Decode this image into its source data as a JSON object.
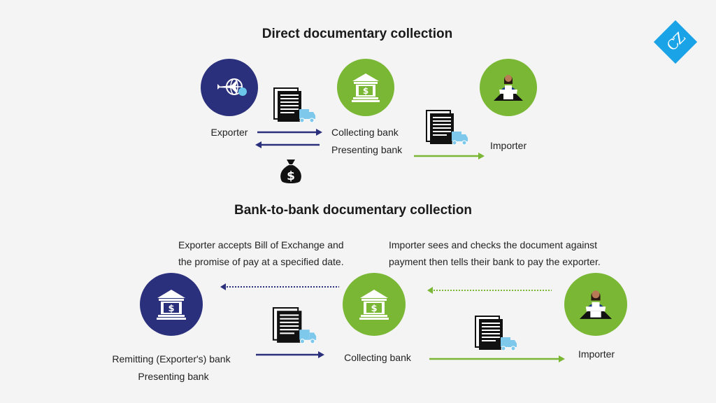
{
  "logo": {
    "text": "CZ"
  },
  "direct": {
    "title": "Direct documentary collection",
    "exporter": "Exporter",
    "collecting_bank": "Collecting bank",
    "presenting_bank": "Presenting bank",
    "importer": "Importer"
  },
  "bank_to_bank": {
    "title": "Bank-to-bank documentary collection",
    "note_left_line1": "Exporter accepts Bill of Exchange and",
    "note_left_line2": "the promise of pay at a specified date.",
    "note_right_line1": "Importer sees and checks the document against",
    "note_right_line2": "payment then tells their bank to pay the exporter.",
    "remitting_bank": "Remitting (Exporter's) bank",
    "presenting_bank": "Presenting bank",
    "collecting_bank": "Collecting bank",
    "importer": "Importer"
  },
  "colors": {
    "navy": "#2b307c",
    "green": "#7ab734",
    "accent": "#1aa3e6"
  }
}
